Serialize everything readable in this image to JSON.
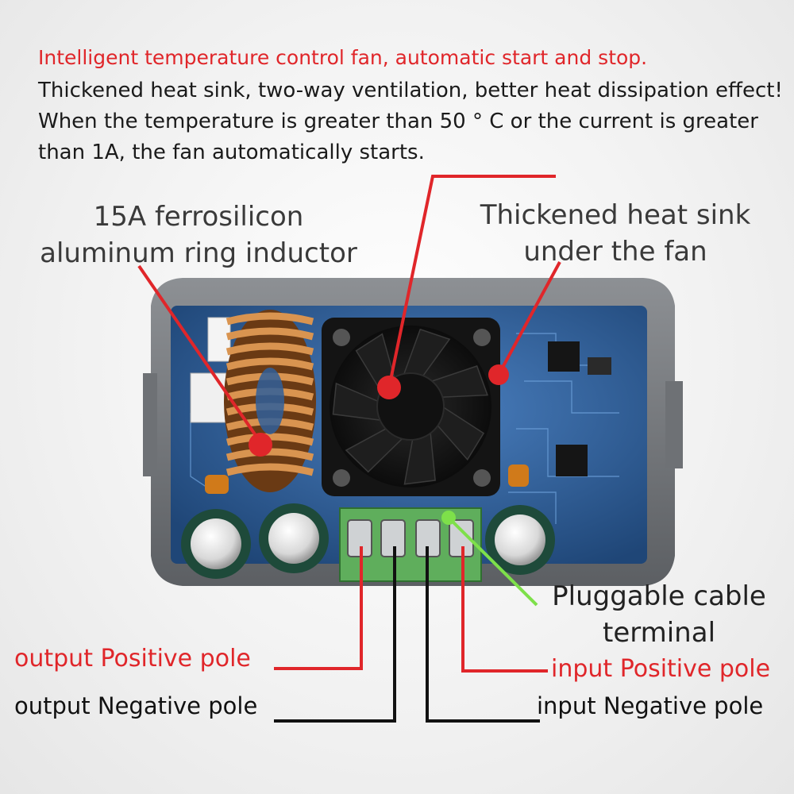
{
  "header": {
    "headline": "Intelligent temperature control fan, automatic start and stop.",
    "description": "Thickened heat sink, two-way ventilation, better heat dissipation effect! When the temperature is greater than 50 ° C or the current is greater than 1A, the fan automatically starts."
  },
  "callouts": {
    "inductor": "15A ferrosilicon aluminum ring inductor",
    "heat_sink": "Thickened heat sink under the fan",
    "terminal": "Pluggable cable terminal"
  },
  "terminals": {
    "output_positive": "output Positive pole",
    "output_negative": "output Negative pole",
    "input_positive": "input Positive pole",
    "input_negative": "input Negative pole"
  },
  "colors": {
    "red_accent": "#e0262a",
    "green_pointer": "#7ee04a",
    "pcb_blue": "#2f5f9a"
  }
}
